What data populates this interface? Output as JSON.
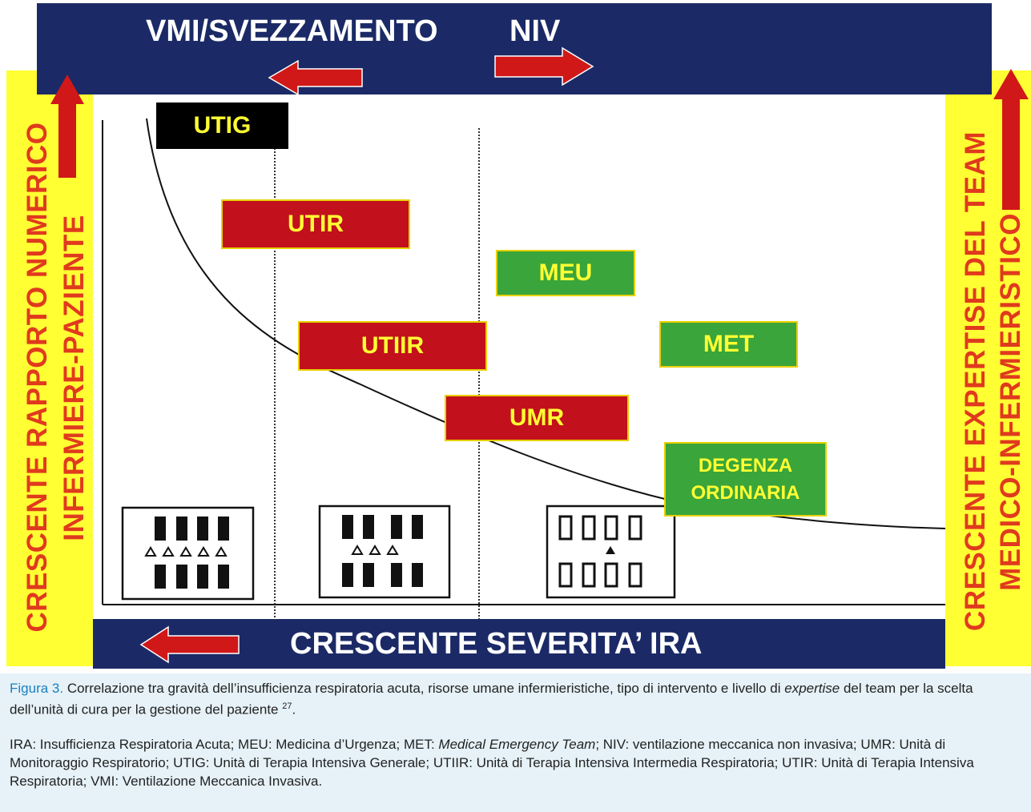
{
  "diagram": {
    "top_band": {
      "left_label": "VMI/SVEZZAMENTO",
      "right_label": "NIV"
    },
    "bottom_band": {
      "label": "CRESCENTE SEVERITA’ IRA"
    },
    "left_axis": {
      "line1": "CRESCENTE RAPPORTO NUMERICO",
      "line2": "INFERMIERE-PAZIENTE"
    },
    "right_axis": {
      "line1": "CRESCENTE  EXPERTISE DEL TEAM",
      "line2": "MEDICO-INFERMIERISTICO"
    },
    "units": {
      "utig": "UTIG",
      "utir": "UTIR",
      "meu": "MEU",
      "utiir": "UTIIR",
      "met": "MET",
      "umr": "UMR",
      "degenza_1": "DEGENZA",
      "degenza_2": "ORDINARIA"
    },
    "colors": {
      "navy": "#1b2a66",
      "yellow": "#ffff33",
      "red": "#c2101c",
      "green": "#3aa53a",
      "arrow_red": "#d01818",
      "axis_text": "#e03a1e"
    }
  },
  "caption": {
    "figure_label": "Figura 3.",
    "description_before": " Correlazione tra gravità dell’insufficienza respiratoria acuta, risorse umane infermieristiche, tipo di intervento e livello di ",
    "description_italic": "expertise",
    "description_after": " del team per la scelta dell’unità di cura per la gestione del paziente ",
    "reference": "27",
    "period": ".",
    "abbr_1": "IRA: Insufficienza Respiratoria Acuta; MEU: Medicina d’Urgenza; MET: ",
    "abbr_italic": "Medical Emergency Team",
    "abbr_2": "; NIV: ventilazione meccanica non invasiva; UMR: Unità di Monitoraggio Respiratorio; UTIG: Unità di Terapia Intensiva Generale; UTIIR: Unità di Terapia Intensiva Intermedia Respiratoria; UTIR: Unità di Terapia Intensiva Respiratoria; VMI: Ventilazione Meccanica Invasiva."
  }
}
